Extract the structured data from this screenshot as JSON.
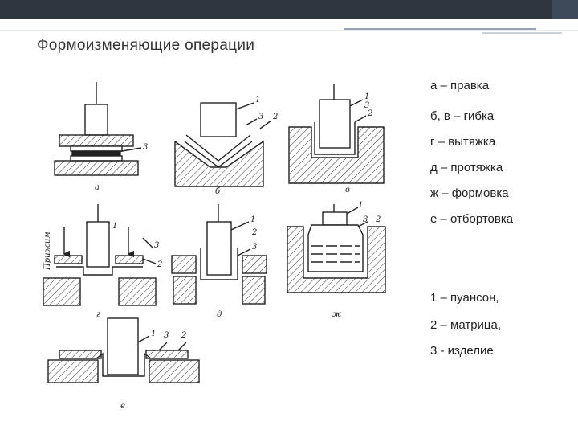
{
  "slide": {
    "title": "Формоизменяющие операции",
    "accent_color": "#2f3640"
  },
  "legend": {
    "operations": [
      "а – правка",
      "б, в – гибка",
      "г – вытяжка",
      "д – протяжка",
      "ж – формовка",
      "е – отбортовка"
    ],
    "parts": [
      "1 – пуансон,",
      "2 – матрица,",
      "3 - изделие"
    ]
  },
  "diagram": {
    "panel_letters": [
      "а",
      "б",
      "в",
      "г",
      "д",
      "ж",
      "е"
    ],
    "part_numbers": [
      "1",
      "2",
      "3"
    ],
    "side_label": "Прижим"
  }
}
